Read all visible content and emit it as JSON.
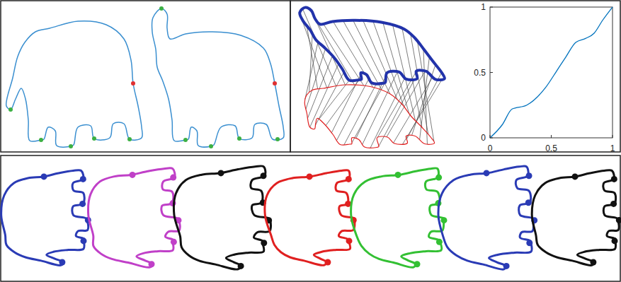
{
  "diagram": {
    "labels": [
      "1",
      "0.5",
      "0",
      "0",
      "0.5",
      "1"
    ]
  }
}
